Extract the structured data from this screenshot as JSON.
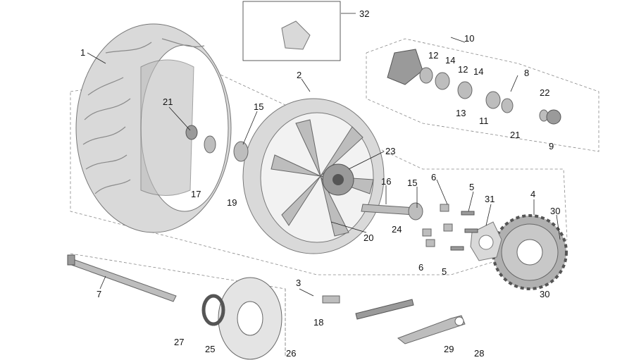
{
  "diagram": {
    "labels": {
      "l1": "1",
      "l2": "2",
      "l3": "3",
      "l4": "4",
      "l5a": "5",
      "l5b": "5",
      "l6a": "6",
      "l6b": "6",
      "l7": "7",
      "l8": "8",
      "l9": "9",
      "l10": "10",
      "l11": "11",
      "l12a": "12",
      "l12b": "12",
      "l13": "13",
      "l14a": "14",
      "l14b": "14",
      "l15a": "15",
      "l15b": "15",
      "l16": "16",
      "l17": "17",
      "l18": "18",
      "l19": "19",
      "l20": "20",
      "l21a": "21",
      "l21b": "21",
      "l22": "22",
      "l23": "23",
      "l24": "24",
      "l25": "25",
      "l26": "26",
      "l27": "27",
      "l28": "28",
      "l29": "29",
      "l30a": "30",
      "l30b": "30",
      "l31": "31",
      "l32": "32"
    }
  }
}
